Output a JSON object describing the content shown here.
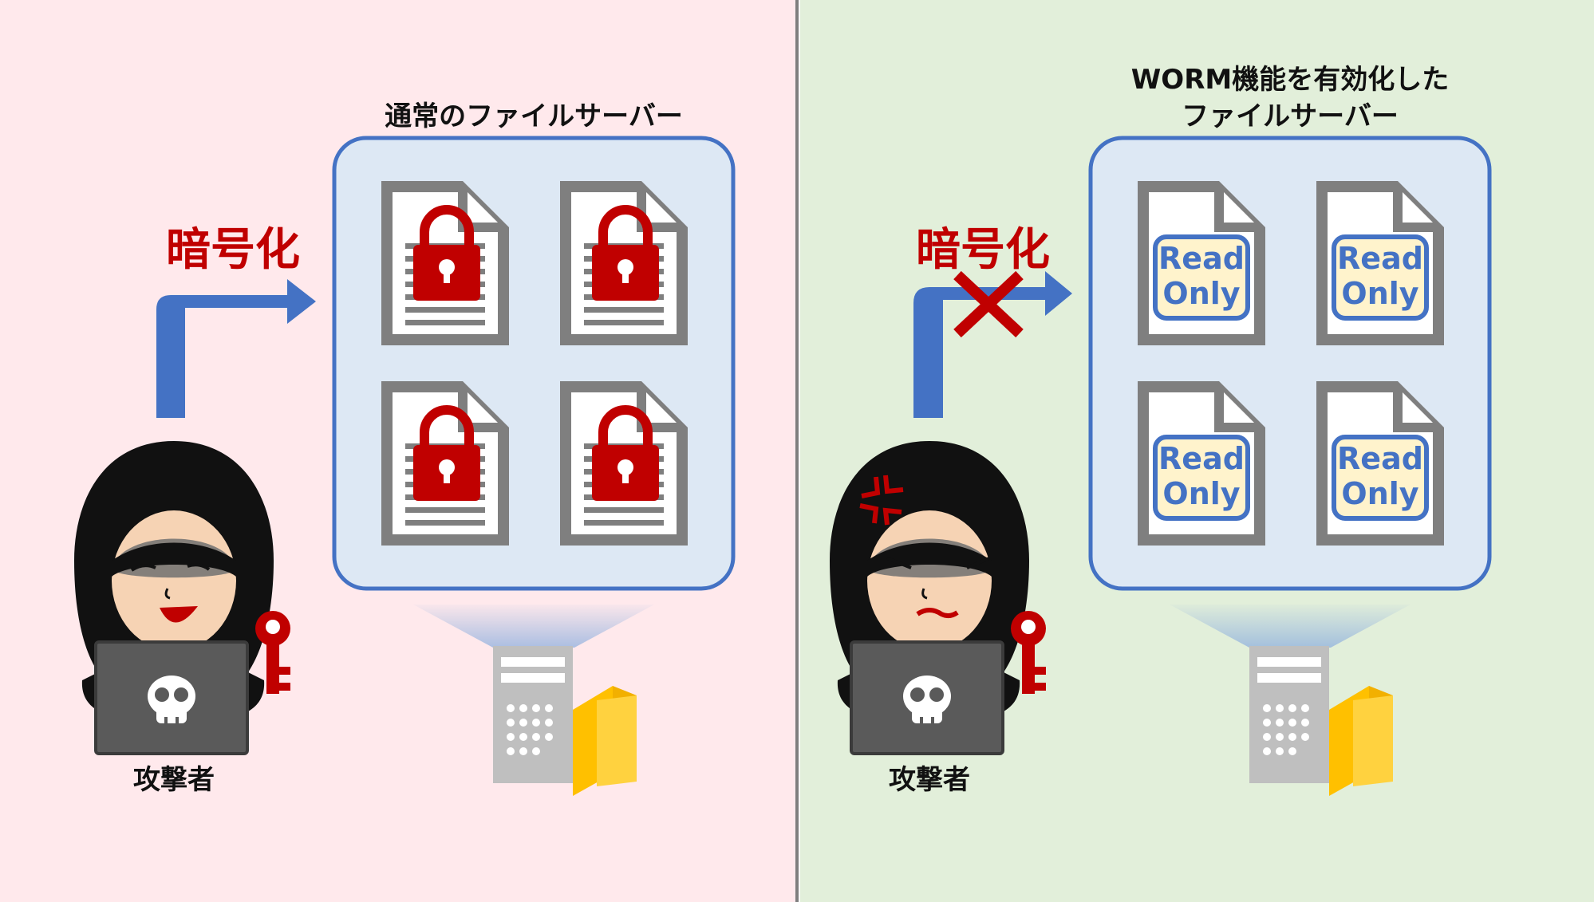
{
  "colors": {
    "left_bg": "#ffe9ec",
    "right_bg": "#e2efda",
    "divider": "#7f7f7f",
    "server_box_fill": "#dde8f4",
    "server_box_border": "#4472c4",
    "arrow": "#4472c4",
    "accent_red": "#c00000",
    "doc_gray": "#7f7f7f",
    "readonly_fill": "#fff3cc",
    "readonly_border": "#4472c4",
    "folder_yellow": "#ffc000"
  },
  "left": {
    "title": "通常のファイルサーバー",
    "encrypt_label": "暗号化",
    "attacker_label": "攻撃者"
  },
  "right": {
    "title_line1": "WORM機能を有効化した",
    "title_line2": "ファイルサーバー",
    "encrypt_label": "暗号化",
    "attacker_label": "攻撃者",
    "read_only": [
      {
        "line1": "Read",
        "line2": "Only"
      },
      {
        "line1": "Read",
        "line2": "Only"
      },
      {
        "line1": "Read",
        "line2": "Only"
      },
      {
        "line1": "Read",
        "line2": "Only"
      }
    ]
  },
  "icons": {
    "locked_doc": "locked-document-icon",
    "readonly_doc": "readonly-document-icon",
    "server": "server-tower-icon",
    "folder": "folder-icon",
    "key": "key-icon",
    "hacker": "hooded-hacker-icon",
    "laptop": "laptop-icon",
    "skull": "skull-icon",
    "arrow": "elbow-arrow-icon",
    "blocked": "cross-mark-icon",
    "anger": "anger-mark-icon"
  }
}
